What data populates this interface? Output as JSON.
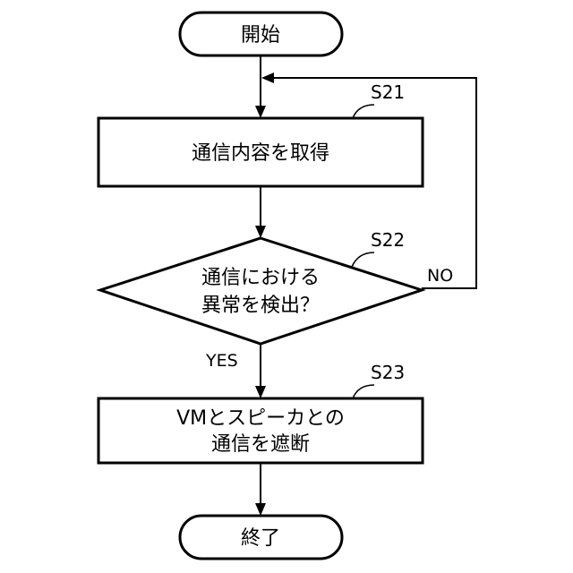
{
  "nodes": {
    "start": {
      "text": "開始"
    },
    "s21": {
      "label": "S21",
      "text": "通信内容を取得"
    },
    "s22": {
      "label": "S22",
      "line1": "通信における",
      "line2": "異常を検出？"
    },
    "s23": {
      "label": "S23",
      "line1": "VMとスピーカとの",
      "line2": "通信を遮断"
    },
    "end": {
      "text": "終了"
    }
  },
  "branches": {
    "yes": "YES",
    "no": "NO"
  }
}
